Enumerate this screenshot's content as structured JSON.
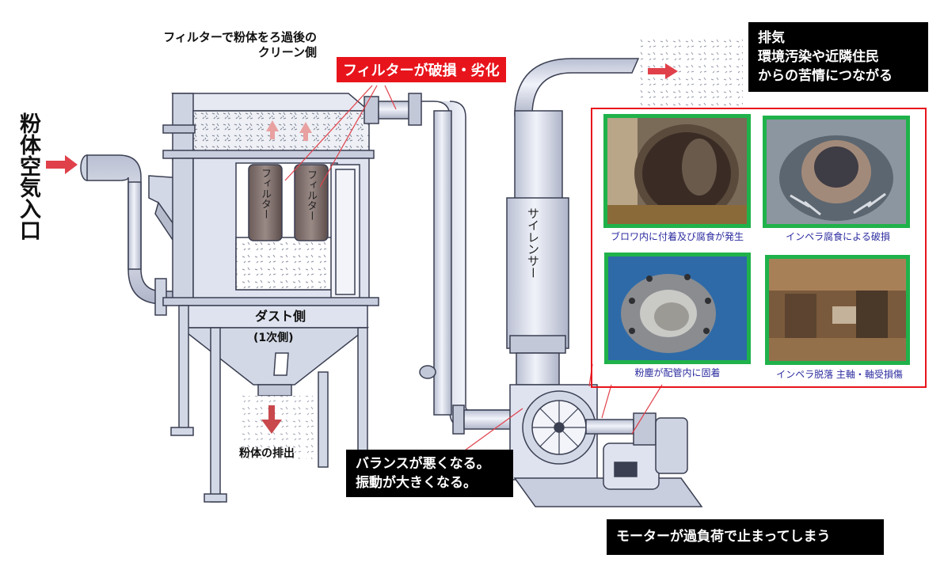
{
  "labels": {
    "inlet": "粉体空気入口",
    "clean_side": [
      "フィルターで粉体をろ過後の",
      "クリーン側"
    ],
    "filter_damage": "フィルターが破損・劣化",
    "filter_left": "フィルター",
    "filter_right": "フィルター",
    "dust_side": "ダスト側",
    "primary_side": "(1次側)",
    "powder_discharge": "粉体の排出",
    "silencer": "サイレンサー",
    "exhaust": [
      "排気",
      "環境汚染や近隣住民",
      "からの苦情につながる"
    ],
    "balance": [
      "バランスが悪くなる。",
      "振動が大きくなる。"
    ],
    "motor": "モーターが過負荷で止まってしまう"
  },
  "photos": [
    {
      "caption": "ブロワ内に付着及び腐食が発生",
      "icon": "blower-interior-photo"
    },
    {
      "caption": "インペラ腐食による破損",
      "icon": "impeller-corrosion-photo"
    },
    {
      "caption": "粉塵が配管内に固着",
      "icon": "duct-clog-photo"
    },
    {
      "caption": "インペラ脱落 主軸・軸受損傷",
      "icon": "shaft-damage-photo"
    }
  ],
  "colors": {
    "accent_red": "#e8141c",
    "photo_border": "#1fb24a",
    "caption_blue": "#2c2ca0",
    "arrow_red": "#e0404a",
    "equipment": "#dfe3f0",
    "outline": "#3a3f52"
  }
}
